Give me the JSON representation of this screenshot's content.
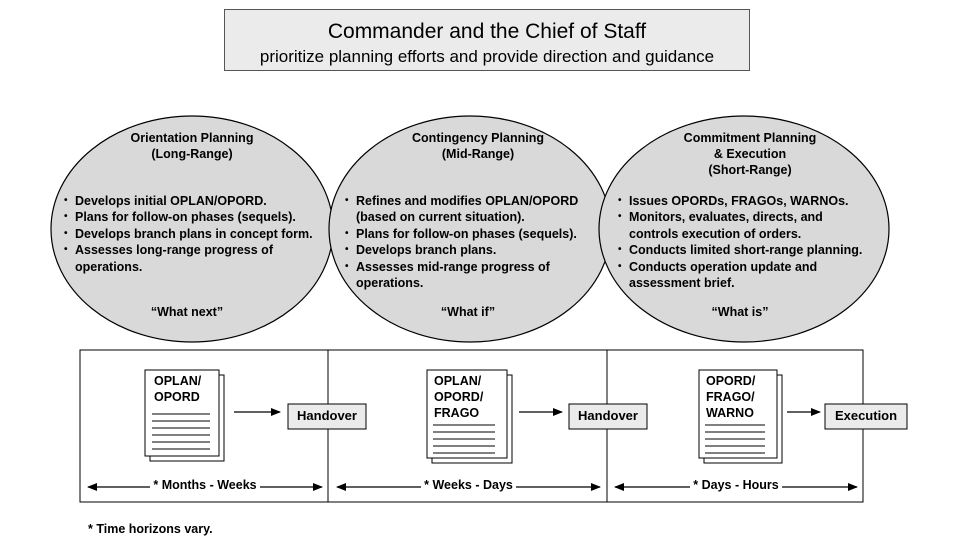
{
  "header": {
    "title": "Commander and the Chief of Staff",
    "subtitle": "prioritize planning efforts and provide direction and guidance"
  },
  "ellipses": [
    {
      "title_lines": [
        "Orientation Planning",
        "(Long-Range)"
      ],
      "bullets": [
        "Develops initial OPLAN/OPORD.",
        "Plans for follow-on phases (sequels).",
        "Develops branch plans in concept form.",
        "Assesses long-range progress of operations."
      ],
      "quote": "“What next”"
    },
    {
      "title_lines": [
        "Contingency Planning",
        "(Mid-Range)"
      ],
      "bullets": [
        "Refines and modifies OPLAN/OPORD (based on current situation).",
        "Plans for follow-on phases (sequels).",
        "Develops branch plans.",
        "Assesses mid-range progress of operations."
      ],
      "quote": "“What if”"
    },
    {
      "title_lines": [
        "Commitment Planning",
        "& Execution",
        "(Short-Range)"
      ],
      "bullets": [
        "Issues OPORDs, FRAGOs, WARNOs.",
        "Monitors, evaluates, directs, and controls execution of orders.",
        "Conducts limited short-range planning.",
        "Conducts operation update and assessment brief."
      ],
      "quote": "“What is”"
    }
  ],
  "flow": {
    "documents": [
      {
        "lines": [
          "OPLAN/",
          "OPORD"
        ]
      },
      {
        "lines": [
          "OPLAN/",
          "OPORD/",
          "FRAGO"
        ]
      },
      {
        "lines": [
          "OPORD/",
          "FRAGO/",
          "WARNO"
        ]
      }
    ],
    "boxes": [
      "Handover",
      "Handover",
      "Execution"
    ],
    "horizons": [
      "* Months - Weeks",
      "* Weeks - Days",
      "* Days - Hours"
    ]
  },
  "footnote": "* Time horizons vary.",
  "colors": {
    "ellipse_fill": "#d9d9d9",
    "title_box_fill": "#ebebeb",
    "line": "#000000"
  }
}
